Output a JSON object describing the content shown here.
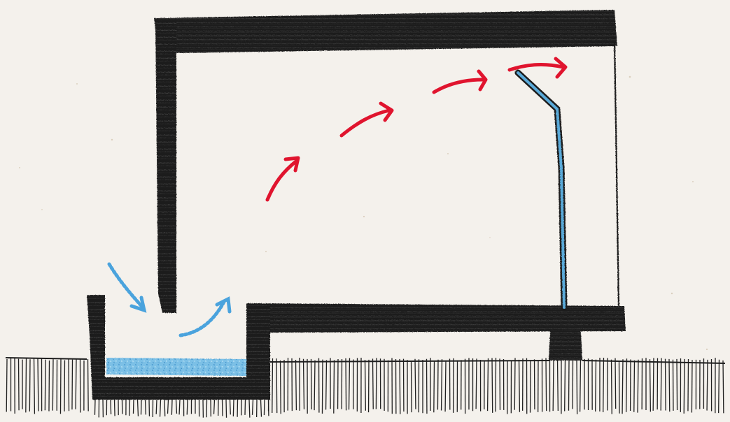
{
  "diagram": {
    "description_tokens": [],
    "colors": {
      "paper": "#f4f1ec",
      "ink": "#1f1f1f",
      "water": "#5aaad9",
      "airflow_warm": "#e0142e",
      "airflow_cool": "#4aa3dd",
      "vent_pipe": "#3f8fc4"
    },
    "elements": {
      "ground": "hatched-ground",
      "building_walls": "building-section",
      "water_pool": "water-pool",
      "cool_air": "cool-air-arrows",
      "warm_air": "warm-air-arrows",
      "exhaust_pipe": "exhaust-pipe",
      "support_pier": "support-pier"
    }
  }
}
